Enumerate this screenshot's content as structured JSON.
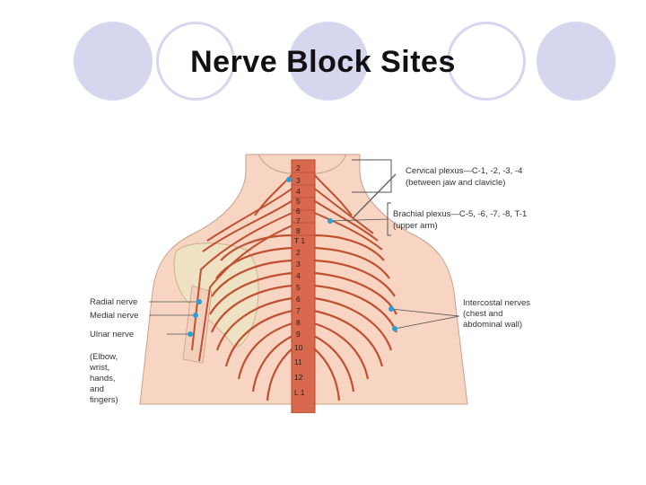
{
  "title": "Nerve Block Sites",
  "labels": {
    "cervical_1": "Cervical plexus—C-1, -2, -3, -4",
    "cervical_2": "(between jaw and clavicle)",
    "brachial_1": "Brachial plexus—C-5, -6, -7, -8, T-1",
    "brachial_2": "(upper arm)",
    "radial": "Radial nerve",
    "medial": "Medial nerve",
    "ulnar": "Ulnar nerve",
    "arm_1": "(Elbow,",
    "arm_2": "wrist,",
    "arm_3": "hands,",
    "arm_4": "and",
    "arm_5": "fingers)",
    "intercostal_1": "Intercostal nerves",
    "intercostal_2": "(chest and",
    "intercostal_3": "abdominal wall)"
  },
  "spine": {
    "cervical": [
      "2",
      "3",
      "4",
      "5",
      "6",
      "7",
      "8"
    ],
    "thoracic": [
      "T 1",
      "2",
      "3",
      "4",
      "5",
      "6",
      "7",
      "8",
      "9",
      "10",
      "11",
      "12"
    ],
    "lumbar": [
      "L 1"
    ]
  },
  "colors": {
    "circle": "#d6d6ee",
    "skin": "#f7d5c2",
    "nerve": "#c0502f",
    "marker": "#2a9fd6",
    "scapula": "#efe1c3"
  }
}
